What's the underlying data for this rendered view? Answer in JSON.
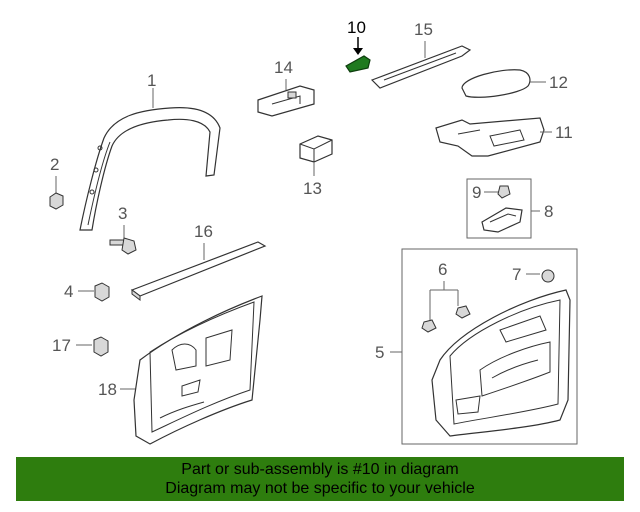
{
  "labels": {
    "p1": "1",
    "p2": "2",
    "p3": "3",
    "p4": "4",
    "p5": "5",
    "p6": "6",
    "p7": "7",
    "p8": "8",
    "p9": "9",
    "p10": "10",
    "p11": "11",
    "p12": "12",
    "p13": "13",
    "p14": "14",
    "p15": "15",
    "p16": "16",
    "p17": "17",
    "p18": "18"
  },
  "highlight": {
    "part": "10",
    "color": "#1f7a1f"
  },
  "footer": {
    "line1": "Part or sub-assembly is #10 in diagram",
    "line2": "Diagram may not be specific to your vehicle",
    "background": "#2e7d0e"
  }
}
